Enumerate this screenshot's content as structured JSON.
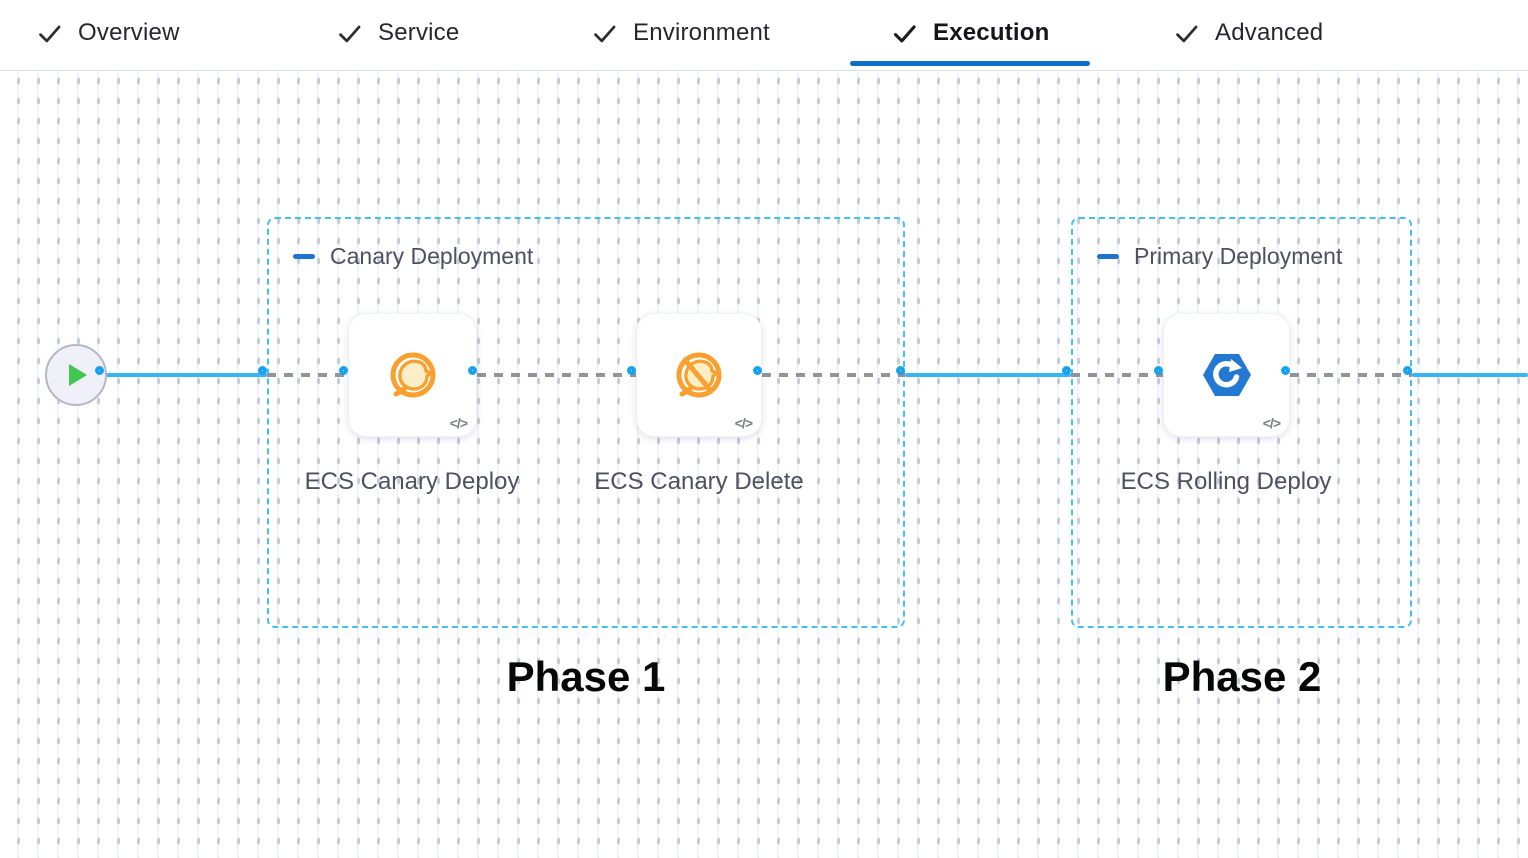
{
  "header": {
    "tabs": [
      {
        "label": "Overview",
        "checked": true,
        "active": false
      },
      {
        "label": "Service",
        "checked": true,
        "active": false
      },
      {
        "label": "Environment",
        "checked": true,
        "active": false
      },
      {
        "label": "Execution",
        "checked": true,
        "active": true
      },
      {
        "label": "Advanced",
        "checked": true,
        "active": false
      }
    ]
  },
  "canvas": {
    "start_node": {
      "icon": "play-icon"
    },
    "code_badge": "</>",
    "groups": [
      {
        "title": "Canary Deployment",
        "phase": "Phase 1",
        "steps": [
          {
            "name": "ECS Canary Deploy",
            "icon": "canary-bird-icon"
          },
          {
            "name": "ECS Canary Delete",
            "icon": "canary-bird-delete-icon"
          }
        ]
      },
      {
        "title": "Primary Deployment",
        "phase": "Phase 2",
        "steps": [
          {
            "name": "ECS Rolling Deploy",
            "icon": "ecs-rolling-icon"
          }
        ]
      }
    ]
  },
  "colors": {
    "accent": "#0b70c7",
    "ringBlue": "#17a2f1",
    "lineBlue": "#36b5f7",
    "groupBorder": "#41c1f3",
    "collapseBlue": "#1b74ce",
    "orange": "#F9A02E",
    "paleYellow": "#FCEFC8",
    "ecsBlue": "#2379D2",
    "green": "#3FC750",
    "tabText": "#26282e",
    "slateText": "#4d5160",
    "phaseText": "#060708",
    "gridLine": "#e9f3fb",
    "gridDash": "#c3cdd9",
    "dashGray": "#92949d",
    "startFill": "#f0f0f8",
    "startBorder": "#b5b6c8",
    "codeGray": "#7d7f8a",
    "tabbarBorder": "#dfe0e5"
  }
}
